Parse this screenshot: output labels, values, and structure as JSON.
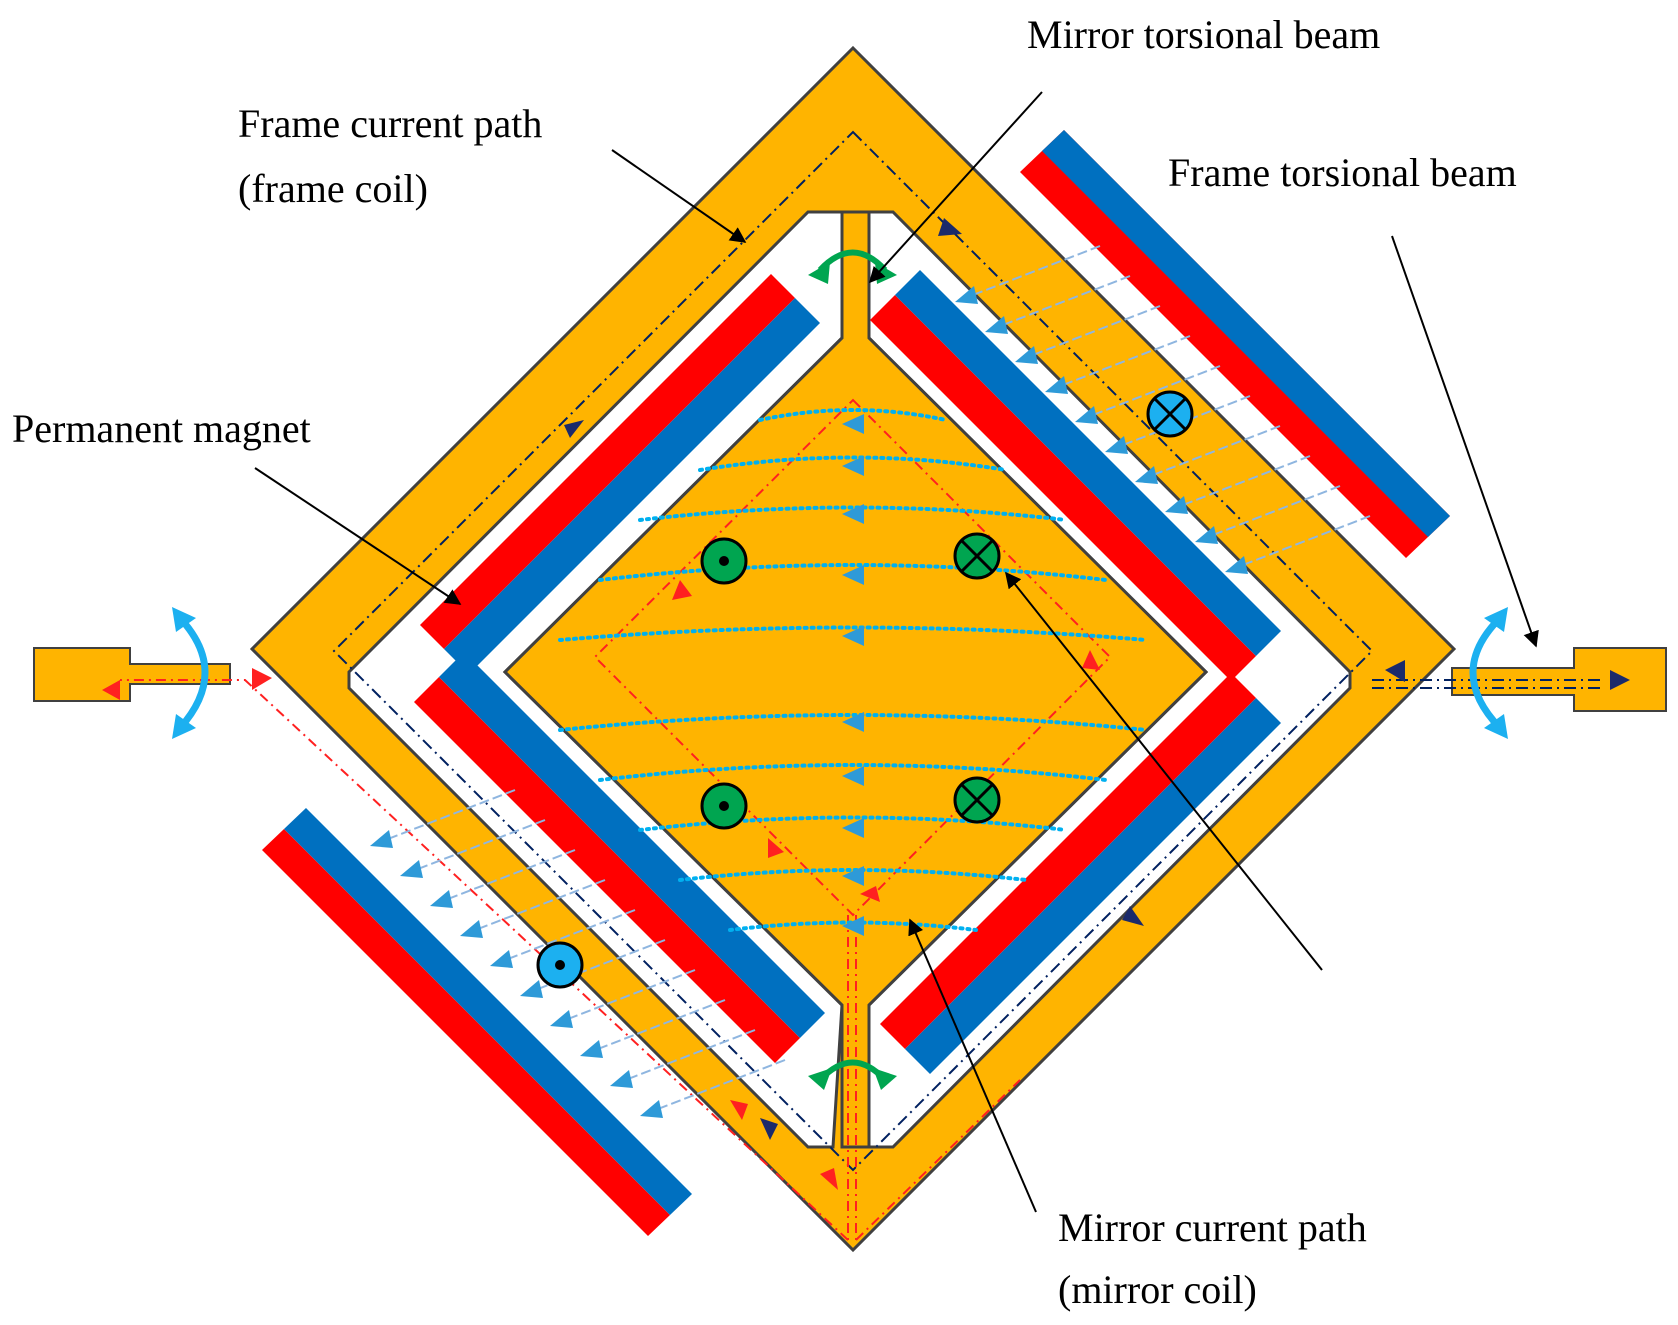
{
  "labels": {
    "frame_current_path_1": "Frame current path",
    "frame_current_path_2": "(frame coil)",
    "mirror_torsional_beam": "Mirror torsional beam",
    "frame_torsional_beam": "Frame torsional beam",
    "permanent_magnet": "Permanent magnet",
    "mirror_current_path_1": "Mirror current path",
    "mirror_current_path_2": "(mirror coil)"
  },
  "colors": {
    "frame_fill": "#ffb400",
    "outline": "#404040",
    "magnet_north": "#ff0000",
    "magnet_south": "#0070c0",
    "field_line": "#00b0f0",
    "field_arrow": "#2e9ad8",
    "mirror_current": "#ff2020",
    "frame_current": "#002060",
    "force_mirror": "#00a550",
    "force_frame": "#1cb0f0",
    "leader": "#000000"
  },
  "symbols": {
    "mirror_current_into_page": "cross-circle",
    "mirror_current_out_of_page": "dot-circle",
    "frame_current_into_page": "cross-circle",
    "frame_current_out_of_page": "dot-circle"
  }
}
